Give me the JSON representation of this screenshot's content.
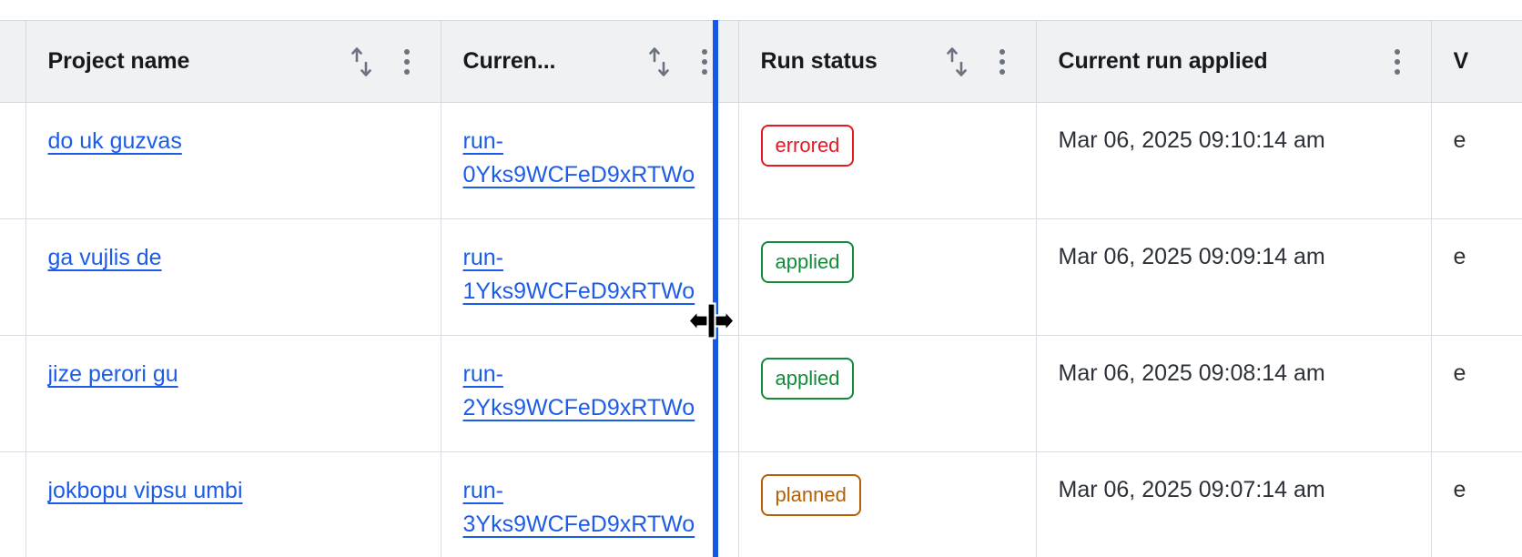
{
  "table": {
    "columns": [
      {
        "id": "select",
        "label": "",
        "has_sort": false,
        "has_menu": false
      },
      {
        "id": "project_name",
        "label": "Project name",
        "has_sort": true,
        "has_menu": true
      },
      {
        "id": "current_run",
        "label": "Curren...",
        "has_sort": true,
        "has_menu": true
      },
      {
        "id": "run_status",
        "label": "Run status",
        "has_sort": true,
        "has_menu": true
      },
      {
        "id": "current_run_applied",
        "label": "Current run applied",
        "has_sort": false,
        "has_menu": true
      },
      {
        "id": "next_column",
        "label": "V",
        "has_sort": false,
        "has_menu": false
      }
    ],
    "rows": [
      {
        "project_name": "do uk guzvas",
        "current_run": "run-0Yks9WCFeD9xRTWo",
        "run_status": "errored",
        "status_kind": "errored",
        "current_run_applied": "Mar 06, 2025 09:10:14 am",
        "next_column": "e"
      },
      {
        "project_name": "ga vujlis de",
        "current_run": "run-1Yks9WCFeD9xRTWo",
        "run_status": "applied",
        "status_kind": "applied",
        "current_run_applied": "Mar 06, 2025 09:09:14 am",
        "next_column": "e"
      },
      {
        "project_name": "jize perori gu",
        "current_run": "run-2Yks9WCFeD9xRTWo",
        "run_status": "applied",
        "status_kind": "applied",
        "current_run_applied": "Mar 06, 2025 09:08:14 am",
        "next_column": "e"
      },
      {
        "project_name": "jokbopu vipsu umbi",
        "current_run": "run-3Yks9WCFeD9xRTWo",
        "run_status": "planned",
        "status_kind": "planned",
        "current_run_applied": "Mar 06, 2025 09:07:14 am",
        "next_column": "e"
      }
    ]
  },
  "interaction": {
    "column_resize_active": true,
    "resize_cursor": "col-resize-cursor",
    "resize_line_color": "#1558e8"
  },
  "colors": {
    "header_background": "#eff1f3",
    "link": "#1c5ce8",
    "errored": "#e01b24",
    "applied": "#128a3a",
    "planned": "#b45f06",
    "text": "#17191c",
    "border": "#d9dde1"
  },
  "icons": {
    "sort": "sort-arrows-icon",
    "menu": "kebab-menu-icon"
  }
}
